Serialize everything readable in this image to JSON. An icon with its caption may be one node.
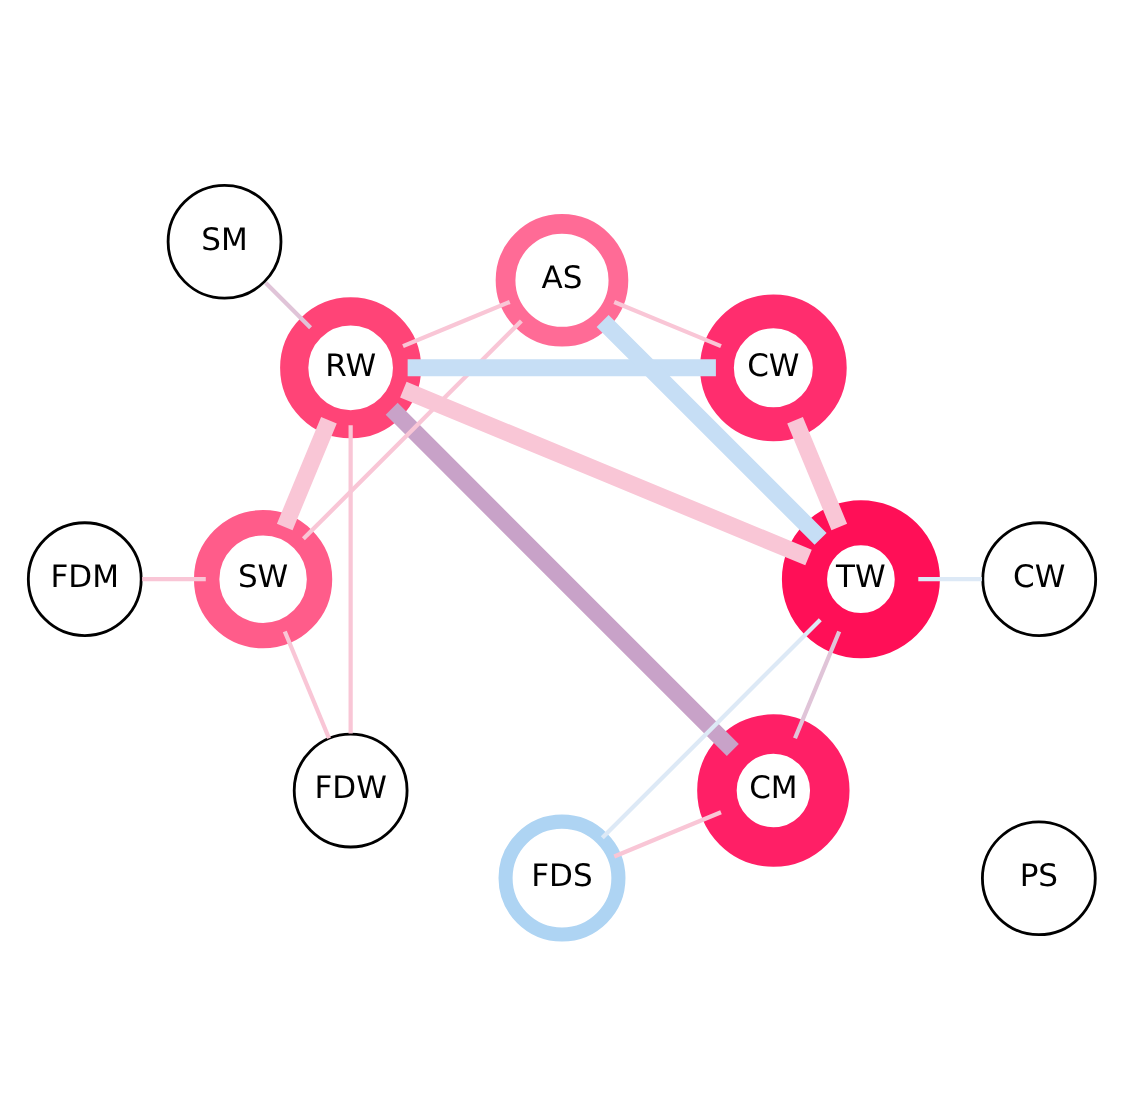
{
  "diagram": {
    "nodes": [
      {
        "text": [
          "CM"
        ]
      },
      {
        "text": [
          "FDS"
        ]
      },
      {
        "text": [
          "SW"
        ]
      },
      {
        "text": [
          "AS"
        ]
      },
      {
        "text": [
          "PS"
        ]
      },
      {
        "text": [
          "SM"
        ]
      },
      {
        "text": [
          "FDW"
        ]
      },
      {
        "text": [
          "RW"
        ]
      },
      {
        "text": [
          "FDM"
        ]
      },
      {
        "text": [
          "CW"
        ]
      },
      {
        "text": [
          "CW"
        ]
      },
      {
        "text": [
          "TW"
        ]
      }
    ],
    "edges": [
      {
        "from": 2,
        "to": 7,
        "arrow": "none",
        "style": "thick"
      },
      {
        "from": 0,
        "to": 7,
        "arrow": "none",
        "style": "thick",
        "color": "#c8a2c8"
      },
      {
        "from": 7,
        "to": 11,
        "arrow": "none",
        "style": "thick"
      },
      {
        "from": 11,
        "to": 9,
        "arrow": "none",
        "style": "thick"
      },
      {
        "from": 11,
        "to": 3,
        "arrow": "none",
        "style": "thick",
        "color": "#c6def5"
      },
      {
        "from": 7,
        "to": 9,
        "arrow": "none",
        "style": "thick",
        "color": "#c6def5"
      },
      {
        "from": 0,
        "to": 11,
        "arrow": "none",
        "color": "#e0c4d8"
      },
      {
        "from": 5,
        "to": 7,
        "arrow": "none",
        "color": "#e0c4d8"
      },
      {
        "from": 3,
        "to": 7,
        "arrow": "none"
      },
      {
        "from": 1,
        "to": 0,
        "arrow": "none"
      },
      {
        "from": 2,
        "to": 3,
        "arrow": "none"
      },
      {
        "from": 1,
        "to": 11,
        "arrow": "none",
        "color": "#dde9f6"
      },
      {
        "from": 8,
        "to": 2,
        "arrow": "none"
      },
      {
        "from": 6,
        "to": 2,
        "arrow": "none"
      },
      {
        "from": 6,
        "to": 7,
        "arrow": "none"
      },
      {
        "from": 3,
        "to": 9,
        "arrow": "none"
      },
      {
        "from": 11,
        "to": 10,
        "arrow": "none",
        "color": "#dde9f6"
      }
    ]
  }
}
